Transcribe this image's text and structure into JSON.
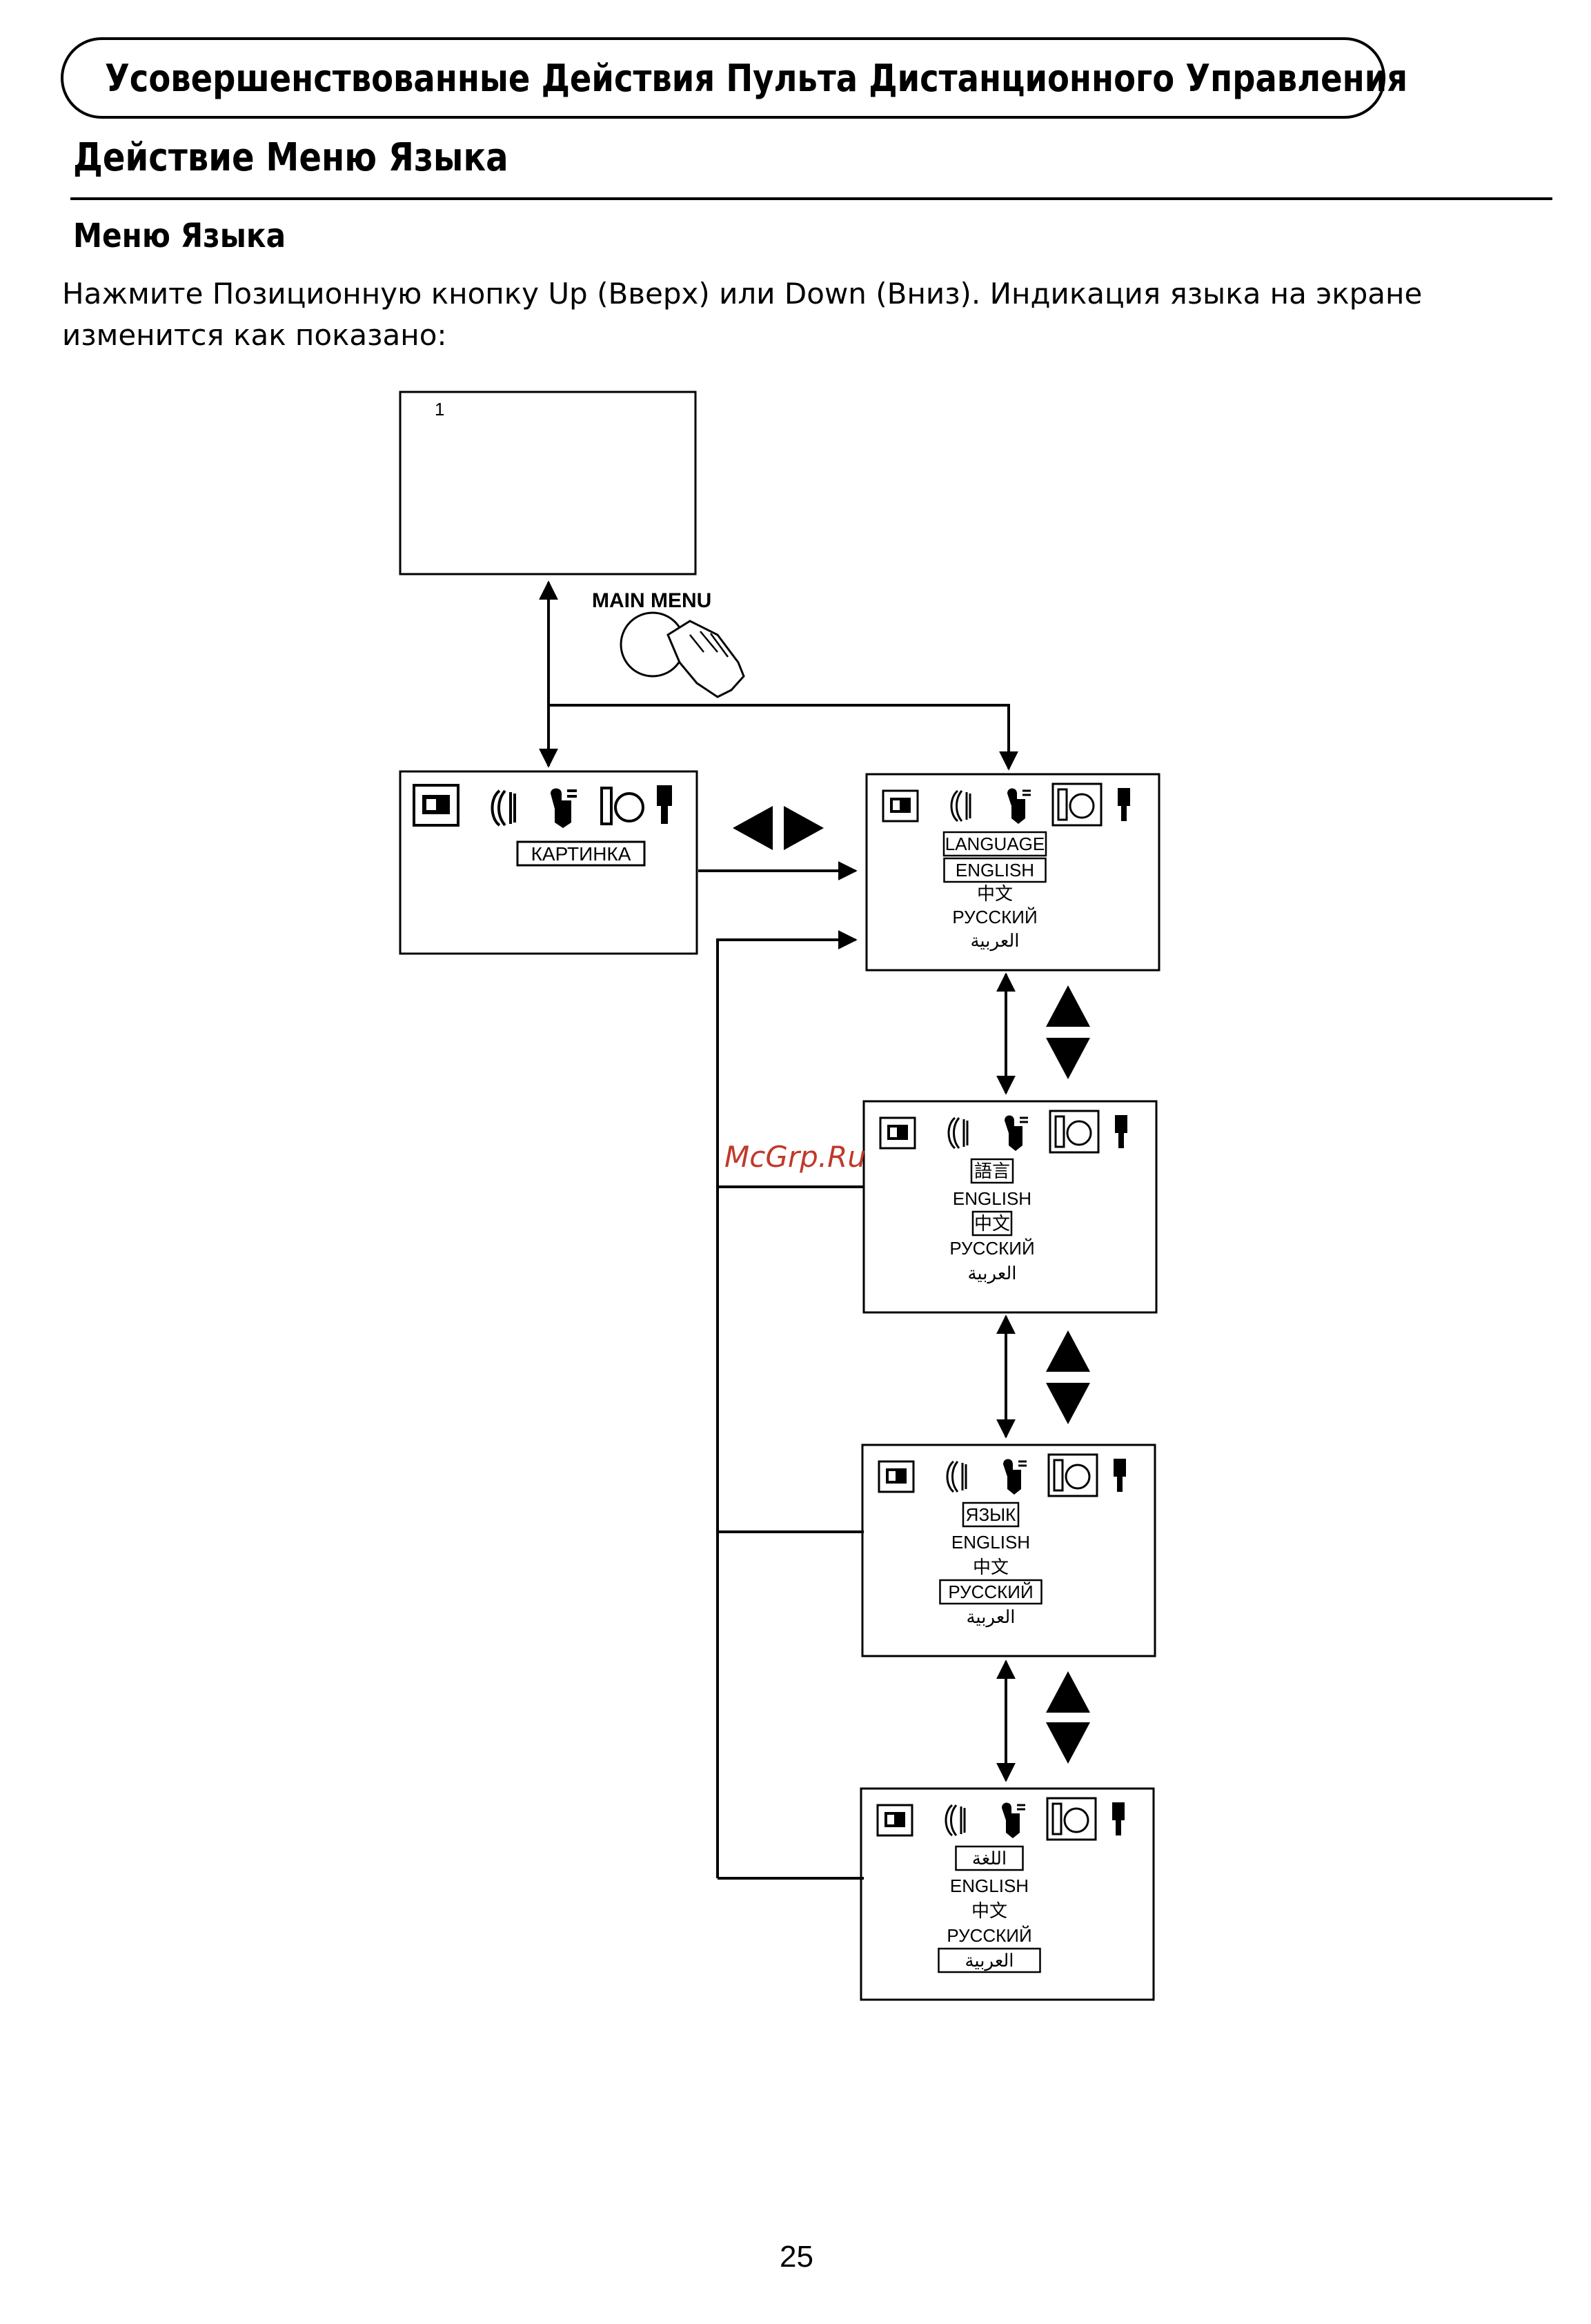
{
  "header": {
    "banner_title": "Усовершенствованные Действия Пульта Дистанционного Управления",
    "section_title": "Действие Меню Языка",
    "subsection_title": "Меню Языка",
    "instruction": "Нажмите Позиционную кнопку Up (Вверх) или Down (Вниз). Индикация языка на экране изменится как показано:"
  },
  "diagram": {
    "initial_screen_channel": "1",
    "main_menu_label": "MAIN MENU",
    "picture_menu_label": "КАРТИНКА",
    "screens": [
      {
        "heading": "LANGUAGE",
        "options": [
          "ENGLISH",
          "中文",
          "РУССКИЙ",
          "العربية"
        ],
        "selected_index": 0
      },
      {
        "heading": "語言",
        "options": [
          "ENGLISH",
          "中文",
          "РУССКИЙ",
          "العربية"
        ],
        "selected_index": 1
      },
      {
        "heading": "ЯЗЫК",
        "options": [
          "ENGLISH",
          "中文",
          "РУССКИЙ",
          "العربية"
        ],
        "selected_index": 2
      },
      {
        "heading": "اللغة",
        "options": [
          "ENGLISH",
          "中文",
          "РУССКИЙ",
          "العربية"
        ],
        "selected_index": 3
      }
    ],
    "icons": [
      "picture-icon",
      "sound-icon",
      "feature-icon",
      "language-icon",
      "install-icon"
    ]
  },
  "watermark": "McGrp.Ru",
  "page_number": "25"
}
